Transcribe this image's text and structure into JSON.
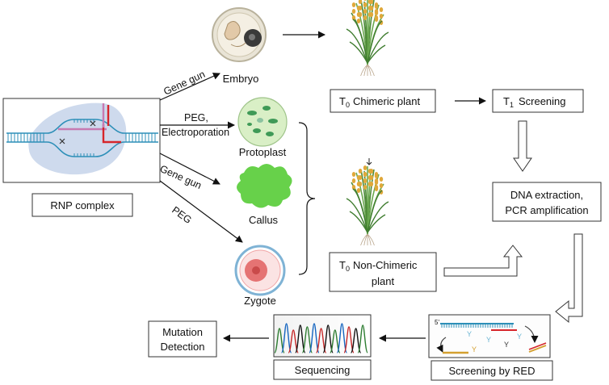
{
  "labels": {
    "embryo": "Embryo",
    "protoplast": "Protoplast",
    "callus": "Callus",
    "zygote": "Zygote",
    "rnp_complex": "RNP complex",
    "t0_chimeric_sub": "0",
    "t0_chimeric_text": "Chimeric plant",
    "t1_sub": "1",
    "t1_text": "Screening",
    "dna_line1": "DNA extraction,",
    "dna_line2": "PCR amplification",
    "t0_nonchimeric_sub": "0",
    "t0_nonchimeric_line1": "Non-Chimeric",
    "t0_nonchimeric_line2": "plant",
    "mutation_line1": "Mutation",
    "mutation_line2": "Detection",
    "sequencing": "Sequencing",
    "screening_red": "Screening by RED",
    "five_prime": "5'",
    "t_letter": "T"
  },
  "arrow_labels": {
    "gene_gun_1": "Gene gun",
    "peg_1": "PEG,",
    "electroporation": "Electroporation",
    "gene_gun_2": "Gene gun",
    "peg_2": "PEG"
  },
  "colors": {
    "dna_blue": "#2d8fb8",
    "rnp_blob": "#c6d3ea",
    "guide_red": "#d6262b",
    "guide_pink": "#c77ab2",
    "callus_green": "#67d14a",
    "zygote_red": "#e57373",
    "protoplast_green": "#d9efc6"
  }
}
